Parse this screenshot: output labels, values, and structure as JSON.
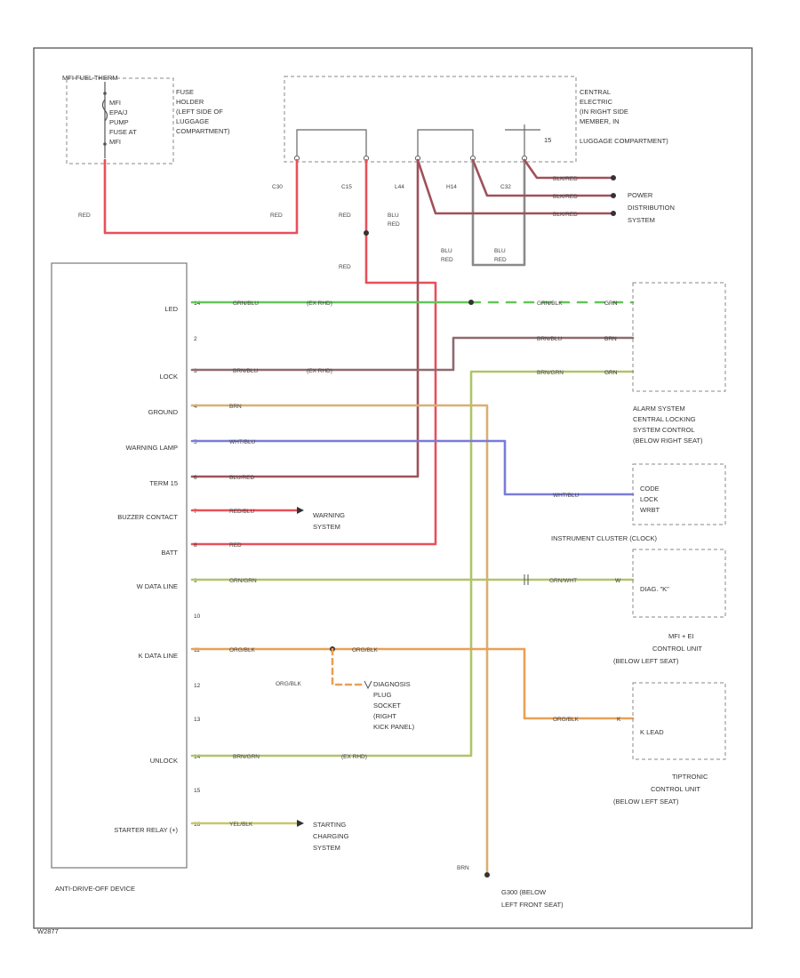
{
  "colors": {
    "red": "#e8505a",
    "green": "#63c55a",
    "brown": "#8e6a6e",
    "orange": "#e8a056",
    "ochre": "#d9b070",
    "blue": "#7a7cd8",
    "olive": "#b0c46a",
    "darkred": "#a0505a",
    "gray": "#8a8a8a",
    "yellow": "#c8c86a"
  },
  "fuse_panel": {
    "label": "MFI FUEL THERM",
    "fuse_text": [
      "MFI",
      "EPA/J",
      "PUMP",
      "FUSE AT",
      "MFI"
    ],
    "holder_text": [
      "FUSE",
      "HOLDER",
      "(LEFT SIDE OF",
      "LUGGAGE",
      "COMPARTMENT)"
    ]
  },
  "central_electric": {
    "text": [
      "CENTRAL",
      "ELECTRIC",
      "(IN RIGHT SIDE",
      "MEMBER, IN",
      "LUGGAGE COMPARTMENT)"
    ],
    "terminal": "15"
  },
  "top_wires": {
    "c30": "C30",
    "c15": "C15",
    "l44": "L44",
    "h14": "H14",
    "c32": "C32",
    "red": "RED",
    "blu_red": [
      "BLU",
      "RED"
    ],
    "brn_red": "BLK/RED",
    "power_dist": [
      "POWER",
      "DISTRIBUTION",
      "SYSTEM"
    ]
  },
  "left_module": {
    "name": "ANTI-DRIVE-OFF DEVICE",
    "pins": [
      {
        "label": "LED",
        "num": "14"
      },
      {
        "label": "",
        "num": "2"
      },
      {
        "label": "LOCK",
        "num": "3"
      },
      {
        "label": "GROUND",
        "num": "4"
      },
      {
        "label": "WARNING LAMP",
        "num": "5"
      },
      {
        "label": "TERM 15",
        "num": "6"
      },
      {
        "label": "BUZZER CONTACT",
        "num": "7"
      },
      {
        "label": "BATT",
        "num": "8"
      },
      {
        "label": "W DATA LINE",
        "num": "9"
      },
      {
        "label": "",
        "num": "10"
      },
      {
        "label": "K DATA LINE",
        "num": "11"
      },
      {
        "label": "",
        "num": "12"
      },
      {
        "label": "",
        "num": "13"
      },
      {
        "label": "UNLOCK",
        "num": "14"
      },
      {
        "label": "",
        "num": "15"
      },
      {
        "label": "STARTER RELAY (+)",
        "num": "16"
      }
    ]
  },
  "wire_labels": {
    "led": "GRN/BLU",
    "lock": "BRN/BLU",
    "ground": "BRN",
    "warning": "WHT/BLU",
    "term15": "BLU/RED",
    "buzzer": "RED/BLU",
    "batt": "RED",
    "wdata": "GRN/GRN",
    "kdata": "ORG/BLK",
    "unlock": "BRN/GRN",
    "starter": "YEL/BLK",
    "ex_rhd": "(EX RHD)",
    "led_right": "GRN/BLK",
    "lock_right": "BRN/BLU",
    "unlock_right": "BRN/GRN",
    "warn_right": "WHT/BLU",
    "wdata_right": "GRN/WHT",
    "kdata_right": "ORG/BLK",
    "kdata_branch": "ORG/BLK",
    "ground_bottom": "BRN"
  },
  "right_components": {
    "alarm": {
      "pins": [
        "GRN",
        "BRN",
        "GRN"
      ],
      "text": [
        "ALARM SYSTEM",
        "CENTRAL LOCKING",
        "SYSTEM CONTROL",
        "(BELOW RIGHT SEAT)"
      ]
    },
    "code_lock": {
      "text": [
        "CODE",
        "LOCK",
        "WRBT"
      ],
      "caption": "INSTRUMENT CLUSTER (CLOCK)"
    },
    "mfi": {
      "pin": "W",
      "text": [
        "DIAG. \"K\""
      ],
      "caption": [
        "MFI + EI",
        "CONTROL UNIT",
        "(BELOW LEFT SEAT)"
      ]
    },
    "tiptronic": {
      "pin": "K",
      "text": [
        "K LEAD"
      ],
      "caption": [
        "TIPTRONIC",
        "CONTROL UNIT",
        "(BELOW LEFT SEAT)"
      ]
    }
  },
  "destinations": {
    "warning": [
      "WARNING",
      "SYSTEM"
    ],
    "starting": [
      "STARTING",
      "CHARGING",
      "SYSTEM"
    ],
    "diag": [
      "DIAGNOSIS",
      "PLUG",
      "SOCKET",
      "(RIGHT",
      "KICK PANEL)"
    ],
    "ground": [
      "G300 (BELOW",
      "LEFT FRONT SEAT)"
    ]
  },
  "footer": "W2877"
}
